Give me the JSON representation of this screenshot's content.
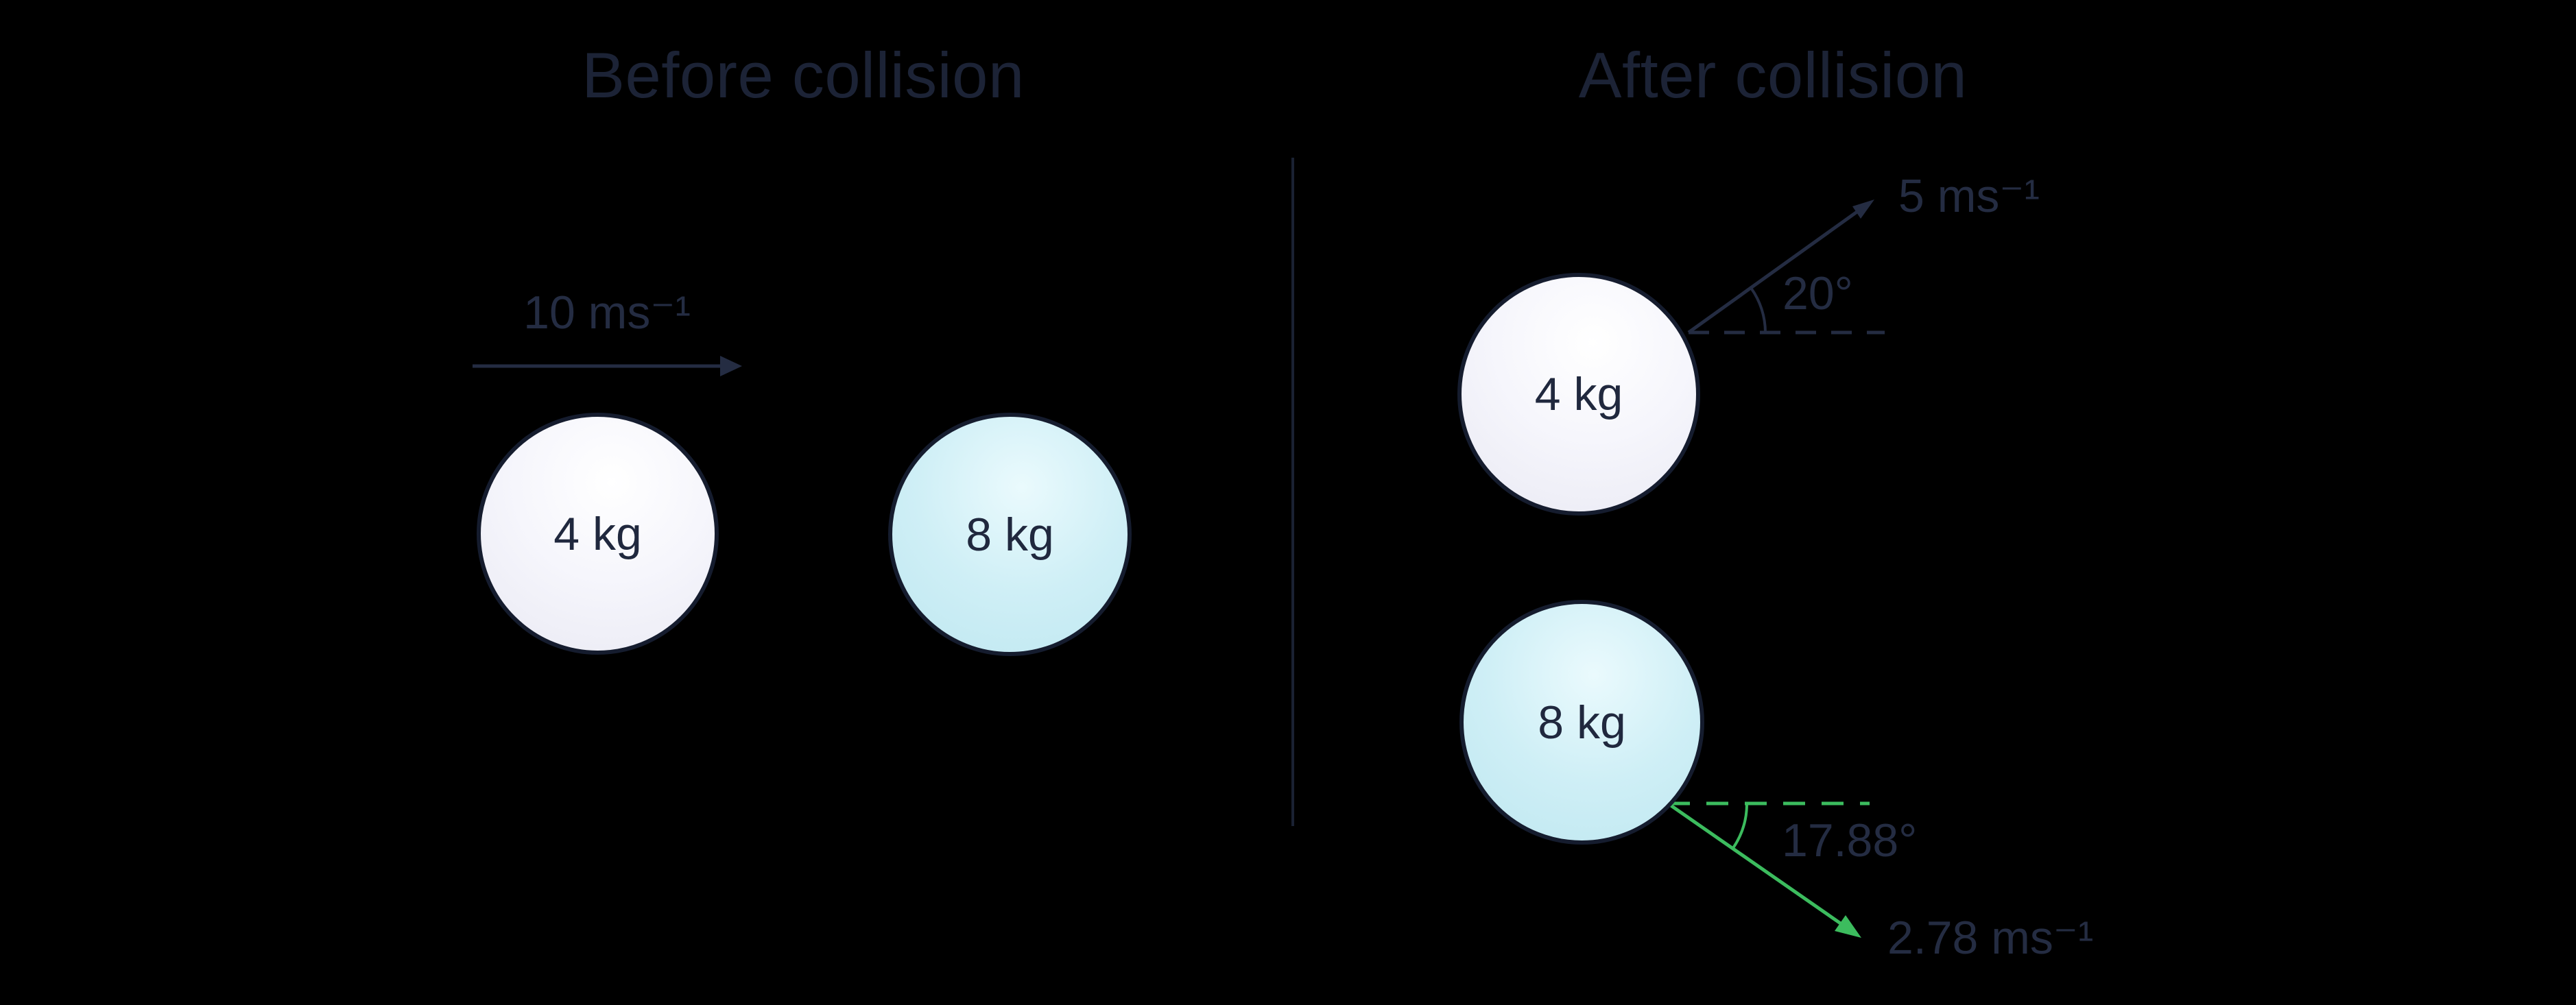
{
  "diagram": {
    "type": "physics-collision-diagram",
    "background": "black"
  },
  "colors": {
    "background": "#000000",
    "ink": "#242C42",
    "title": "#1C2336",
    "divider": "#1A2133",
    "green": "#3CBC5E",
    "ball_border": "#151C2E",
    "ball_white_fill": "#F6F6FC",
    "ball_cyan_fill": "#CBEDF5"
  },
  "before": {
    "title": "Before collision",
    "velocity_label": "10 ms⁻¹",
    "balls": [
      {
        "label": "4 kg",
        "color_name": "white"
      },
      {
        "label": "8 kg",
        "color_name": "cyan"
      }
    ]
  },
  "after": {
    "title": "After collision",
    "ball_4": {
      "label": "4 kg",
      "velocity_label": "5 ms⁻¹",
      "angle_label": "20°"
    },
    "ball_8": {
      "label": "8 kg",
      "velocity_label": "2.78 ms⁻¹",
      "angle_label": "17.88°"
    }
  }
}
